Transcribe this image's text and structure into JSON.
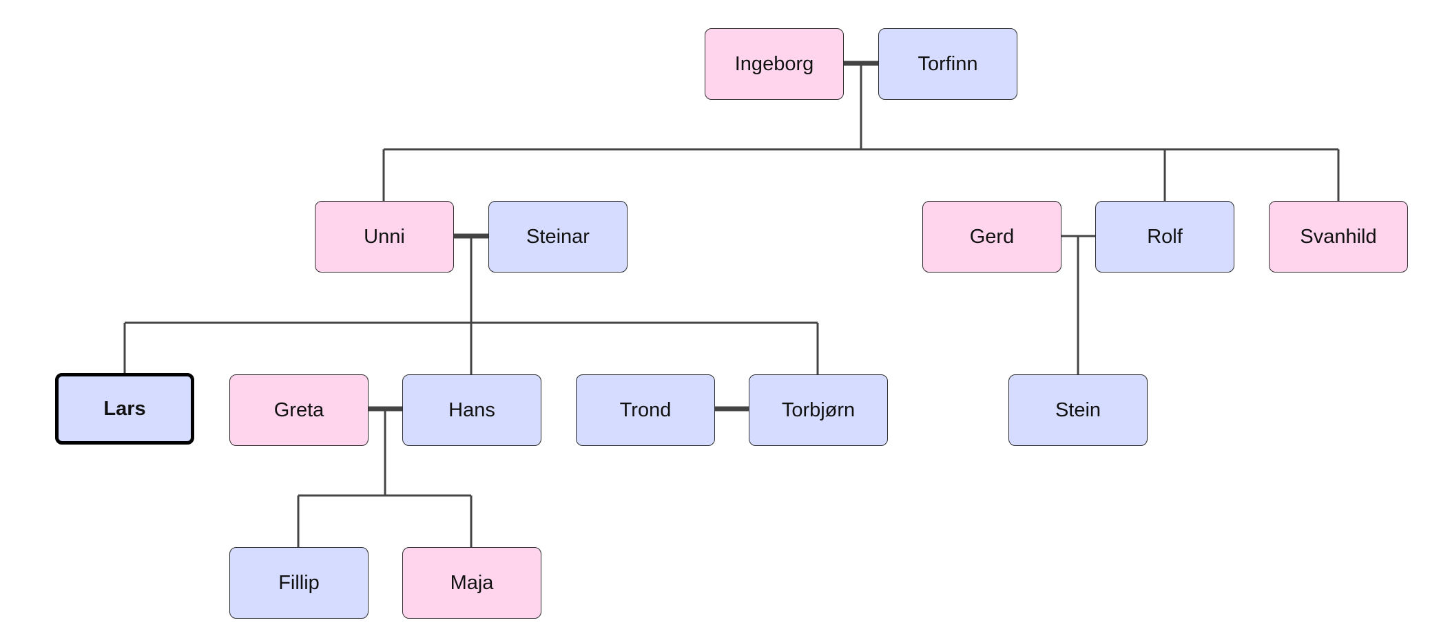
{
  "colors": {
    "female": "#ffd5ee",
    "male": "#d5dcff",
    "line": "#444444"
  },
  "people": {
    "ingeborg": {
      "name": "Ingeborg",
      "gender": "female"
    },
    "torfinn": {
      "name": "Torfinn",
      "gender": "male"
    },
    "unni": {
      "name": "Unni",
      "gender": "female"
    },
    "steinar": {
      "name": "Steinar",
      "gender": "male"
    },
    "gerd": {
      "name": "Gerd",
      "gender": "female"
    },
    "rolf": {
      "name": "Rolf",
      "gender": "male"
    },
    "svanhild": {
      "name": "Svanhild",
      "gender": "female"
    },
    "lars": {
      "name": "Lars",
      "gender": "male",
      "selected": true
    },
    "greta": {
      "name": "Greta",
      "gender": "female"
    },
    "hans": {
      "name": "Hans",
      "gender": "male"
    },
    "trond": {
      "name": "Trond",
      "gender": "male"
    },
    "torbjorn": {
      "name": "Torbjørn",
      "gender": "male"
    },
    "stein": {
      "name": "Stein",
      "gender": "male"
    },
    "fillip": {
      "name": "Fillip",
      "gender": "male"
    },
    "maja": {
      "name": "Maja",
      "gender": "female"
    }
  },
  "relationships": {
    "couples": [
      {
        "partners": [
          "ingeborg",
          "torfinn"
        ],
        "bond": "strong"
      },
      {
        "partners": [
          "unni",
          "steinar"
        ],
        "bond": "strong"
      },
      {
        "partners": [
          "gerd",
          "rolf"
        ],
        "bond": "thin"
      },
      {
        "partners": [
          "greta",
          "hans"
        ],
        "bond": "strong"
      },
      {
        "partners": [
          "trond",
          "torbjorn"
        ],
        "bond": "strong"
      }
    ],
    "children": [
      {
        "parents": [
          "ingeborg",
          "torfinn"
        ],
        "children": [
          "unni",
          "rolf",
          "svanhild"
        ]
      },
      {
        "parents": [
          "unni",
          "steinar"
        ],
        "children": [
          "lars",
          "hans",
          "torbjorn"
        ]
      },
      {
        "parents": [
          "gerd",
          "rolf"
        ],
        "children": [
          "stein"
        ]
      },
      {
        "parents": [
          "greta",
          "hans"
        ],
        "children": [
          "fillip",
          "maja"
        ]
      }
    ]
  }
}
